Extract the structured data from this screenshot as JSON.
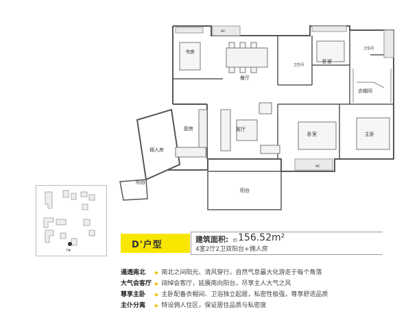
{
  "rooms": {
    "study": "书房",
    "dining": "餐厅",
    "bath1": "卫生间",
    "bedroom1": "卧室",
    "bath2": "卫生间",
    "closet": "衣帽间",
    "kitchen": "厨房",
    "living": "客厅",
    "bedroom2": "卧室",
    "master": "主卧",
    "maid": "佣人房",
    "balcony_small": "阳台",
    "balcony_main": "阳台",
    "ac1": "AC",
    "ac2": "AC"
  },
  "keyplan": {
    "marker": "7#"
  },
  "unit": {
    "name": "D'户型",
    "area_label": "建筑面积:",
    "area_prefix": "约",
    "area_value": "156.52m²",
    "description": "4室2厅2卫双阳台+佣人房"
  },
  "features": [
    {
      "title": "通透南北",
      "text": "南北之间阳光、清风穿行，自然气息最大化游走于每个角落"
    },
    {
      "title": "大气会客厅",
      "text": "阔绰会客厅，延展南向阳台，尽享主人大气之风"
    },
    {
      "title": "尊享主卧",
      "text": "主卧配备衣帽间、卫浴独立起居，私密性极强，尊享舒适品质"
    },
    {
      "title": "主仆分离",
      "text": "特设佣人住区，保证居住品质与私密度"
    }
  ],
  "colors": {
    "accent": "#f8e600",
    "wall": "#555555",
    "window": "#9a9a9a"
  }
}
